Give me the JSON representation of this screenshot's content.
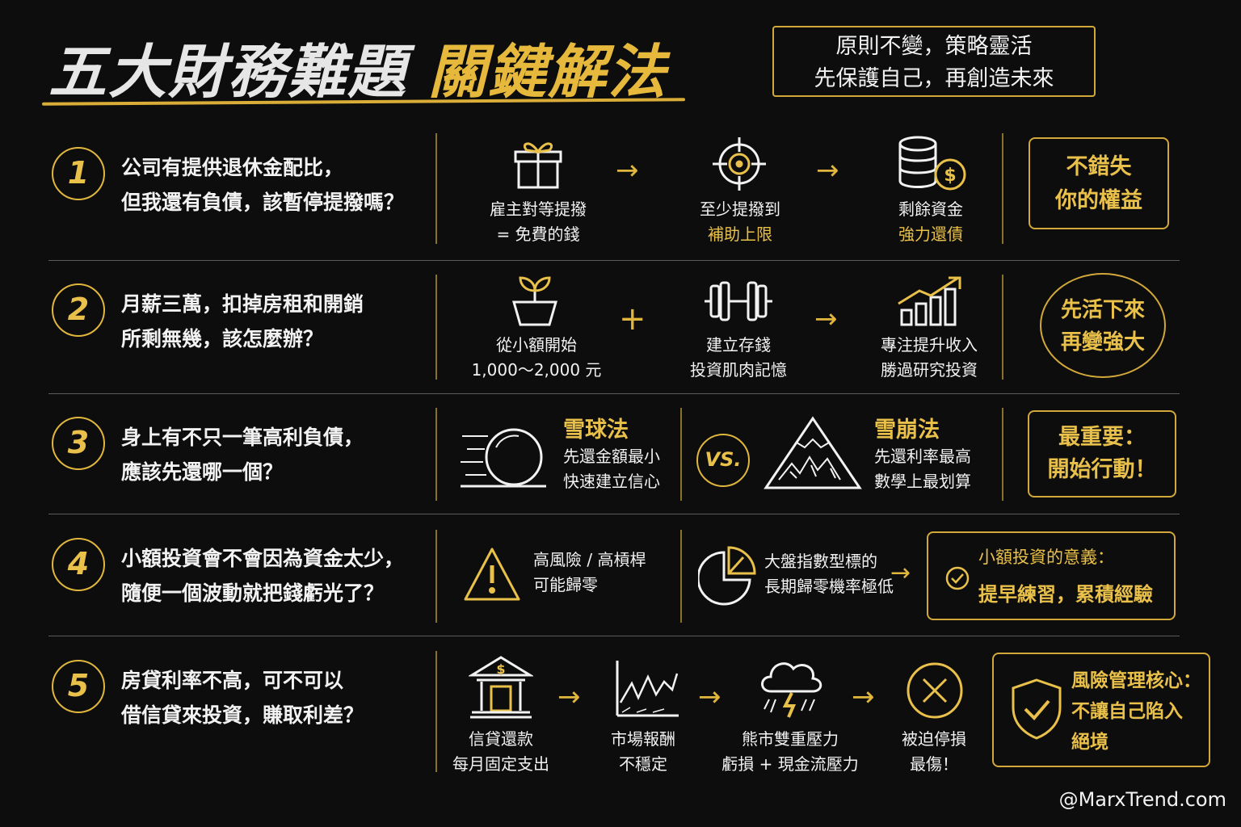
{
  "header": {
    "title_part1": "五大財務難題",
    "title_part2": "關鍵解法",
    "motto_line1": "原則不變，策略靈活",
    "motto_line2": "先保護自己，再創造未來"
  },
  "rows": [
    {
      "number": "1",
      "question_line1": "公司有提供退休金配比，",
      "question_line2": "但我還有負債，該暫停提撥嗎？",
      "steps": [
        {
          "icon": "gift-icon",
          "line1": "雇主對等提撥",
          "line2": "= 免費的錢"
        },
        {
          "icon": "target-icon",
          "line1": "至少提撥到",
          "line2": "補助上限"
        },
        {
          "icon": "coins-icon",
          "line1": "剩餘資金",
          "line2": "強力還債"
        }
      ],
      "connectors": [
        "→",
        "→"
      ],
      "conclusion_line1": "不錯失",
      "conclusion_line2": "你的權益"
    },
    {
      "number": "2",
      "question_line1": "月薪三萬，扣掉房租和開銷",
      "question_line2": "所剩無幾，該怎麼辦？",
      "steps": [
        {
          "icon": "sprout-pot-icon",
          "line1": "從小額開始",
          "line2": "1,000～2,000 元"
        },
        {
          "icon": "dumbbell-icon",
          "line1": "建立存錢",
          "line2": "投資肌肉記憶"
        },
        {
          "icon": "growth-chart-icon",
          "line1": "專注提升收入",
          "line2": "勝過研究投資"
        }
      ],
      "connectors": [
        "+",
        "→"
      ],
      "conclusion_line1": "先活下來",
      "conclusion_line2": "再變強大"
    },
    {
      "number": "3",
      "question_line1": "身上有不只一筆高利負債，",
      "question_line2": "應該先還哪一個？",
      "method_a": {
        "icon": "snowball-icon",
        "title": "雪球法",
        "line1": "先還金額最小",
        "line2": "快速建立信心"
      },
      "versus": "VS.",
      "method_b": {
        "icon": "avalanche-mountain-icon",
        "title": "雪崩法",
        "line1": "先還利率最高",
        "line2": "數學上最划算"
      },
      "conclusion_line1": "最重要：",
      "conclusion_line2": "開始行動！"
    },
    {
      "number": "4",
      "question_line1": "小額投資會不會因為資金太少，",
      "question_line2": "隨便一個波動就把錢虧光了？",
      "risk": {
        "icon": "warning-icon",
        "line1": "高風險 / 高槓桿",
        "line2": "可能歸零"
      },
      "index": {
        "icon": "pie-chart-icon",
        "line1": "大盤指數型標的",
        "line2": "長期歸零機率極低"
      },
      "connector": "→",
      "conclusion_title": "小額投資的意義：",
      "conclusion_text": "提早練習，累積經驗"
    },
    {
      "number": "5",
      "question_line1": "房貸利率不高，可不可以",
      "question_line2": "借信貸來投資，賺取利差？",
      "steps": [
        {
          "icon": "bank-icon",
          "line1": "信貸還款",
          "line2": "每月固定支出"
        },
        {
          "icon": "volatile-chart-icon",
          "line1": "市場報酬",
          "line2": "不穩定"
        },
        {
          "icon": "storm-cloud-icon",
          "line1": "熊市雙重壓力",
          "line2": "虧損 + 現金流壓力"
        },
        {
          "icon": "x-circle-icon",
          "line1": "被迫停損",
          "line2": "最傷！"
        }
      ],
      "connectors": [
        "→",
        "→",
        "→"
      ],
      "conclusion_line1": "風險管理核心：",
      "conclusion_line2": "不讓自己陷入",
      "conclusion_line3": "絕境"
    }
  ],
  "watermark": "@MarxTrend.com",
  "colors": {
    "accent": "#e9c04a",
    "background": "#0d0d0d",
    "text": "#f2f2f2"
  }
}
